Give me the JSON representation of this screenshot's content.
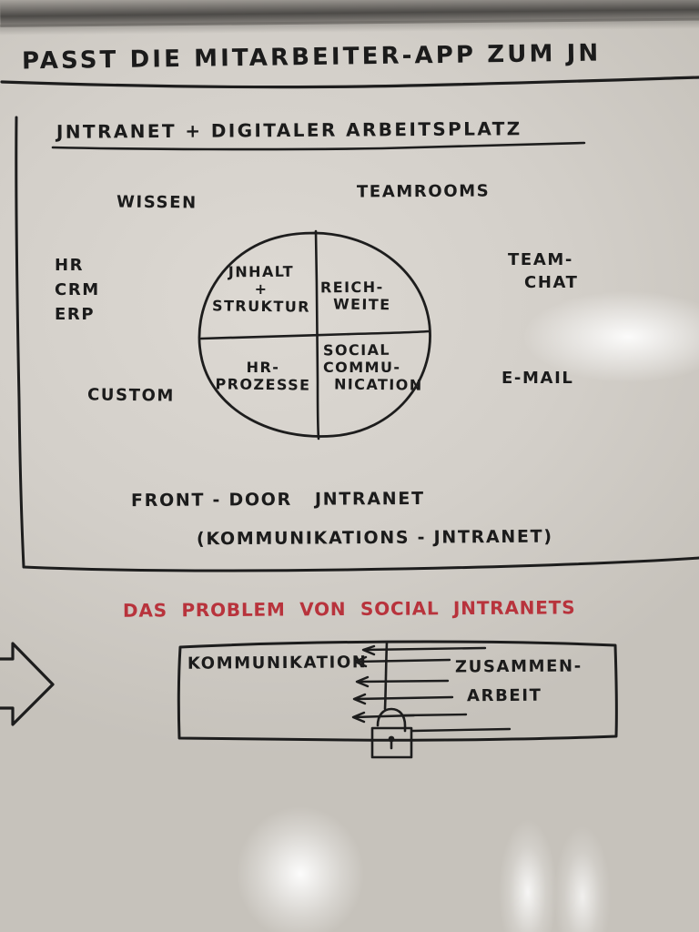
{
  "board": {
    "surface_color": "#d6d2cc",
    "ink_color": "#1b1b1b",
    "accent_color": "#b8333c",
    "frame_color": "#5a5855"
  },
  "title": {
    "text": "PASST DIE MITARBEITER-APP ZUM JN",
    "note_truncated": true
  },
  "section": {
    "heading": "JNTRANET + DIGITALER ARBEITSPLATZ",
    "left_labels": [
      {
        "id": "wissen",
        "text": "WISSEN"
      },
      {
        "id": "hr-crm-erp-1",
        "text": "HR"
      },
      {
        "id": "hr-crm-erp-2",
        "text": "CRM"
      },
      {
        "id": "hr-crm-erp-3",
        "text": "ERP"
      },
      {
        "id": "custom",
        "text": "CUSTOM"
      }
    ],
    "right_labels": [
      {
        "id": "teamrooms",
        "text": "TEAMROOMS"
      },
      {
        "id": "team-chat-1",
        "text": "TEAM-"
      },
      {
        "id": "team-chat-2",
        "text": "CHAT"
      },
      {
        "id": "email",
        "text": "E-MAIL"
      }
    ],
    "circle_quadrants": [
      {
        "id": "top-left",
        "lines": [
          "JNHALT",
          "+",
          "STRUKTUR"
        ]
      },
      {
        "id": "top-right",
        "lines": [
          "REICH-",
          "WEITE"
        ]
      },
      {
        "id": "bottom-left",
        "lines": [
          "HR-",
          "PROZESSE"
        ]
      },
      {
        "id": "bottom-right",
        "lines": [
          "SOCIAL",
          "COMMU-",
          "NICATION"
        ]
      }
    ],
    "caption_line_1": "FRONT - DOOR   JNTRANET",
    "caption_line_2": "(KOMMUNIKATIONS - JNTRANET)"
  },
  "problem": {
    "heading": "DAS  PROBLEM  VON  SOCIAL  JNTRANETS",
    "box_left_label": "KOMMUNIKATION",
    "box_right_label_1": "ZUSAMMEN-",
    "box_right_label_2": "ARBEIT",
    "arrow_count": 5,
    "barrier": "vertical-line",
    "lock_icon": "padlock-icon",
    "pointer_icon": "block-arrow-right-icon"
  }
}
